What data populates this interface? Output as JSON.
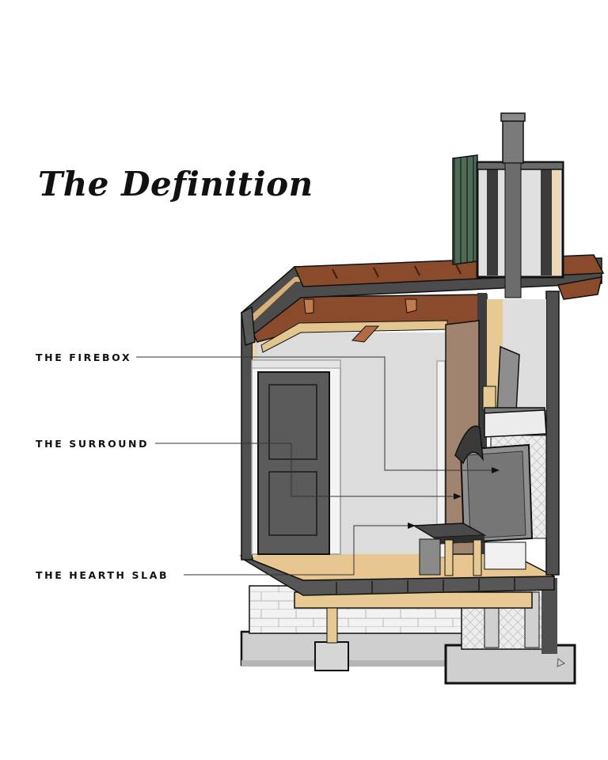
{
  "title": "The Definition",
  "labels": {
    "firebox": "THE FIREBOX",
    "surround": "THE SURROUND",
    "hearth_slab": "THE HEARTH SLAB"
  },
  "colors": {
    "roof_brown": "#8a4a2c",
    "wood_tan": "#e3c590",
    "wall_gray": "#dcdcdc",
    "steel_dark": "#5c5c5c",
    "outline": "#111111",
    "block_white": "#f2f2f2",
    "concrete": "#cfcfcf",
    "floor_tan": "#e8c690"
  }
}
